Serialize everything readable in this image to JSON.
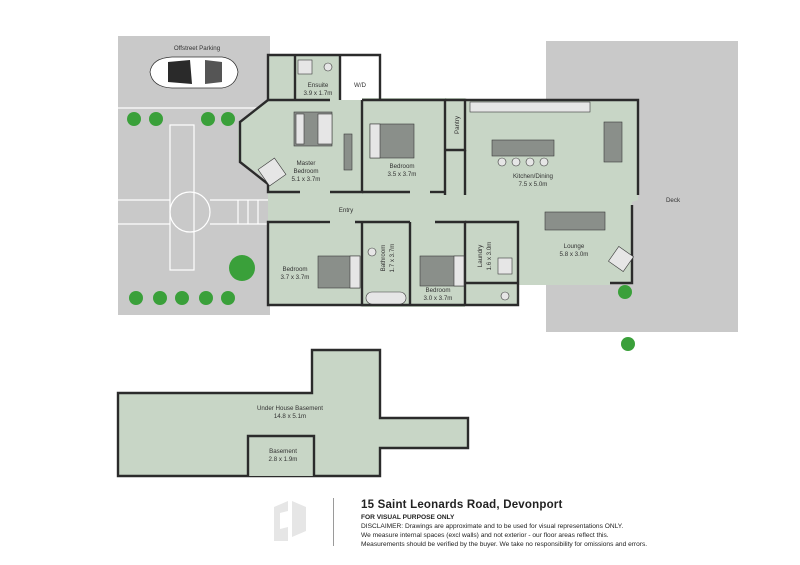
{
  "rooms": {
    "offstreet_parking": "Offstreet Parking",
    "ensuite_name": "Ensuite",
    "ensuite_dims": "3.9 x 1.7m",
    "wd": "W/D",
    "master_name_1": "Master",
    "master_name_2": "Bedroom",
    "master_dims": "5.1 x 3.7m",
    "bedroom2_name": "Bedroom",
    "bedroom2_dims": "3.5 x 3.7m",
    "pantry": "Pantry",
    "kitchen_name": "Kitchen/Dining",
    "kitchen_dims": "7.5 x 5.0m",
    "deck": "Deck",
    "entry": "Entry",
    "lounge_name": "Lounge",
    "lounge_dims": "5.8 x 3.0m",
    "bedroom3_name": "Bedroom",
    "bedroom3_dims": "3.7 x 3.7m",
    "bathroom_name": "Bathroom",
    "bathroom_dims": "1.7 x 3.7m",
    "bedroom4_name": "Bedroom",
    "bedroom4_dims": "3.0 x 3.7m",
    "laundry_name": "Laundry",
    "laundry_dims": "1.6 x 3.0m",
    "basement_big_name": "Under House Basement",
    "basement_big_dims": "14.8 x 5.1m",
    "basement_small_name": "Basement",
    "basement_small_dims": "2.8 x 1.9m"
  },
  "footer": {
    "address": "15 Saint Leonards Road, Devonport",
    "visual_purpose": "FOR VISUAL PURPOSE ONLY",
    "disclaimer_1": "DISCLAIMER:  Drawings are approximate and to be used for visual representations ONLY.",
    "disclaimer_2": "We measure internal spaces (excl walls) and not exterior - our floor areas reflect this.",
    "disclaimer_3": "Measurements should be verified by the buyer. We take no responsibility for omissions and errors."
  },
  "colors": {
    "floor": "#c8d6c6",
    "exterior": "#c9c9c9",
    "wall": "#2b2b2b",
    "tree": "#3aa03a"
  }
}
